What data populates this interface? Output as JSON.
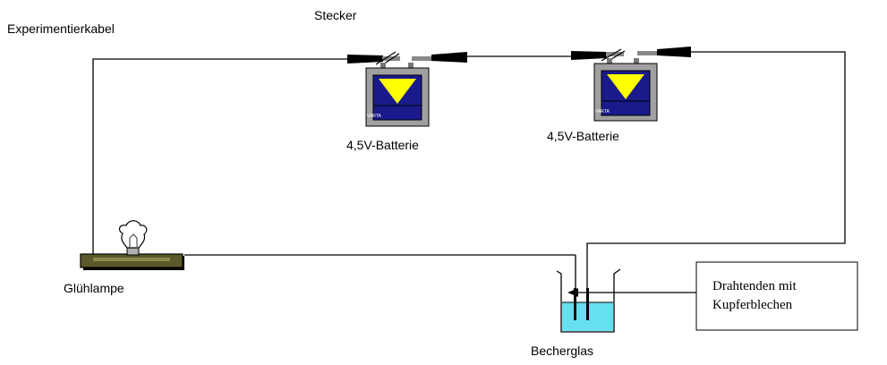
{
  "labels": {
    "cable": "Experimentierkabel",
    "plug": "Stecker",
    "battery1": "4,5V-Batterie",
    "battery2": "4,5V-Batterie",
    "lamp": "Glühlampe",
    "beaker": "Becherglas"
  },
  "callout": {
    "line1": "Drahtenden mit",
    "line2": "Kupferblechen"
  },
  "battery_brand": "VARTA",
  "colors": {
    "wire": "#000000",
    "battery_case": "#a0a0a0",
    "battery_label": "#1a1a8c",
    "battery_triangle": "#ffff00",
    "water": "#66e0f0",
    "lamp_base": "#5a5a2a"
  }
}
